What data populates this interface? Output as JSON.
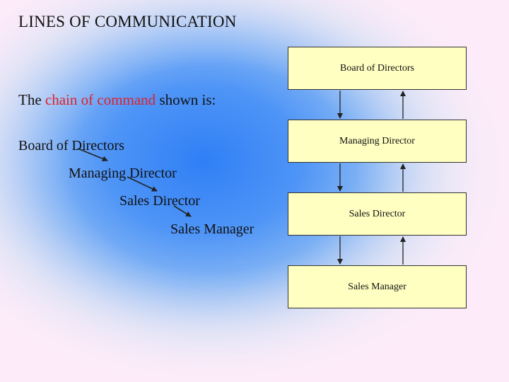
{
  "slide": {
    "title": "LINES OF COMMUNICATION",
    "intro": {
      "prefix": "The ",
      "highlight": "chain of command",
      "suffix": " shown is:"
    },
    "chain": [
      "Board of Directors",
      "Managing Director",
      "Sales Director",
      "Sales Manager"
    ]
  },
  "diagram": {
    "boxes": [
      "Board of Directors",
      "Managing Director",
      "Sales Director",
      "Sales Manager"
    ]
  },
  "colors": {
    "box_fill": "#ffffc2",
    "highlight": "#e0202a"
  }
}
